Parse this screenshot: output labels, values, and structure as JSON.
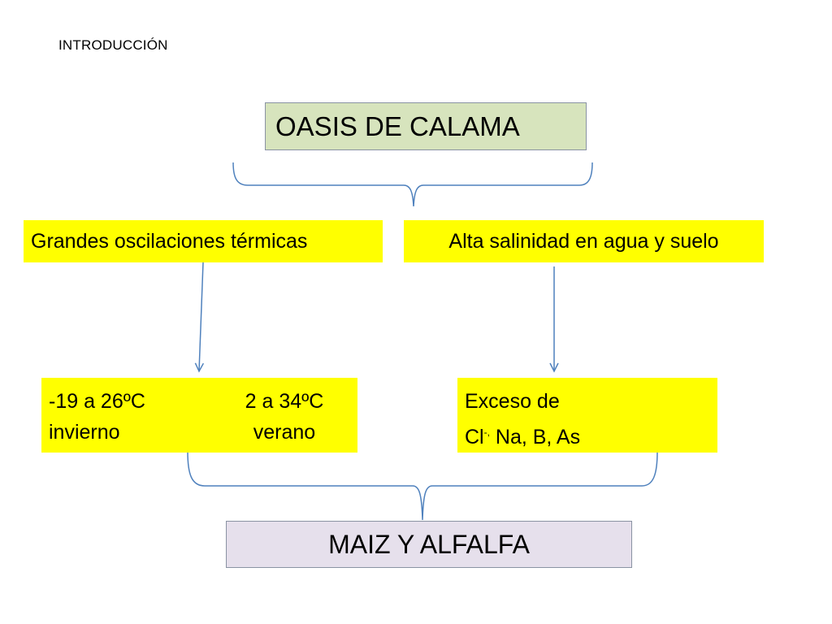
{
  "header": {
    "label": "INTRODUCCIÓN"
  },
  "title_box": {
    "label": "OASIS DE CALAMA",
    "color": "#d7e4bd"
  },
  "factors": {
    "left": "Grandes oscilaciones térmicas",
    "right": "Alta salinidad en agua y suelo",
    "color": "#ffff00"
  },
  "temperature": {
    "winter_range": "-19 a 26ºC",
    "winter_label": "invierno",
    "summer_range": "2 a 34ºC",
    "summer_label": "verano"
  },
  "salinity": {
    "line1": "Exceso de",
    "ion": "Cl",
    "ion_charge": "-,",
    "line2_rest": " Na, B, As"
  },
  "result_box": {
    "label": "MAIZ Y ALFALFA",
    "color": "#e6e0ec"
  },
  "connector_color": "#4f81bd"
}
